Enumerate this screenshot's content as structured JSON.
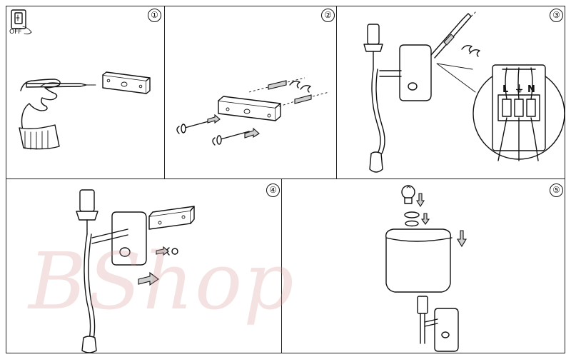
{
  "steps": [
    {
      "number": "①"
    },
    {
      "number": "②"
    },
    {
      "number": "③"
    },
    {
      "number": "④"
    },
    {
      "number": "⑤"
    }
  ],
  "switch_icon": {
    "label": "OFF"
  },
  "terminal_labels": {
    "live": "L",
    "earth": "⏚",
    "neutral": "N"
  },
  "watermark": {
    "text": "BShop",
    "color": "#e8bcbc"
  },
  "colors": {
    "line": "#111111",
    "background": "#ffffff",
    "arrow_fill": "#c8c8c8"
  }
}
